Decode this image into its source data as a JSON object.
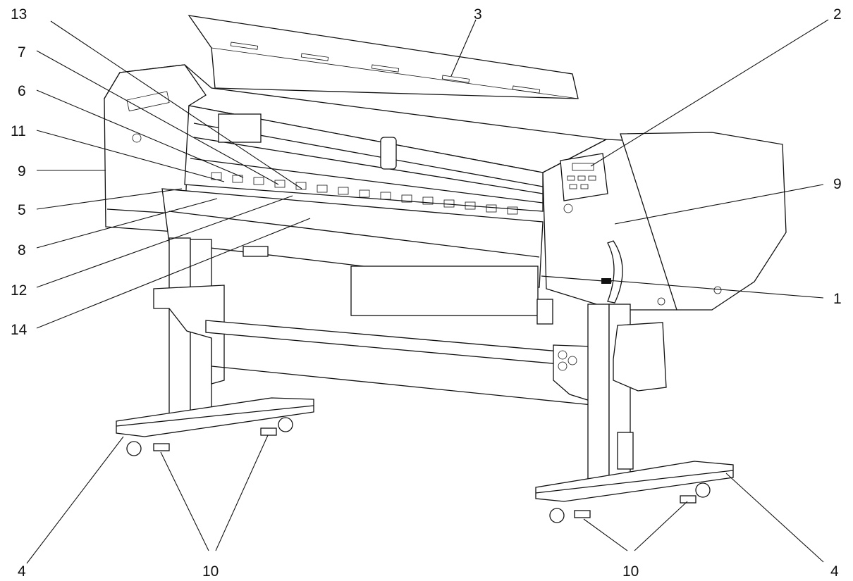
{
  "figure": {
    "callouts": [
      {
        "id": "c1",
        "label": "1"
      },
      {
        "id": "c2",
        "label": "2"
      },
      {
        "id": "c3",
        "label": "3"
      },
      {
        "id": "c4-left",
        "label": "4"
      },
      {
        "id": "c4-right",
        "label": "4"
      },
      {
        "id": "c5",
        "label": "5"
      },
      {
        "id": "c6",
        "label": "6"
      },
      {
        "id": "c7",
        "label": "7"
      },
      {
        "id": "c8",
        "label": "8"
      },
      {
        "id": "c9-left",
        "label": "9"
      },
      {
        "id": "c9-right",
        "label": "9"
      },
      {
        "id": "c10-left",
        "label": "10"
      },
      {
        "id": "c10-right",
        "label": "10"
      },
      {
        "id": "c11",
        "label": "11"
      },
      {
        "id": "c12",
        "label": "12"
      },
      {
        "id": "c13",
        "label": "13"
      },
      {
        "id": "c14",
        "label": "14"
      }
    ],
    "colors": {
      "ink": "#111111",
      "paper": "#ffffff"
    }
  }
}
